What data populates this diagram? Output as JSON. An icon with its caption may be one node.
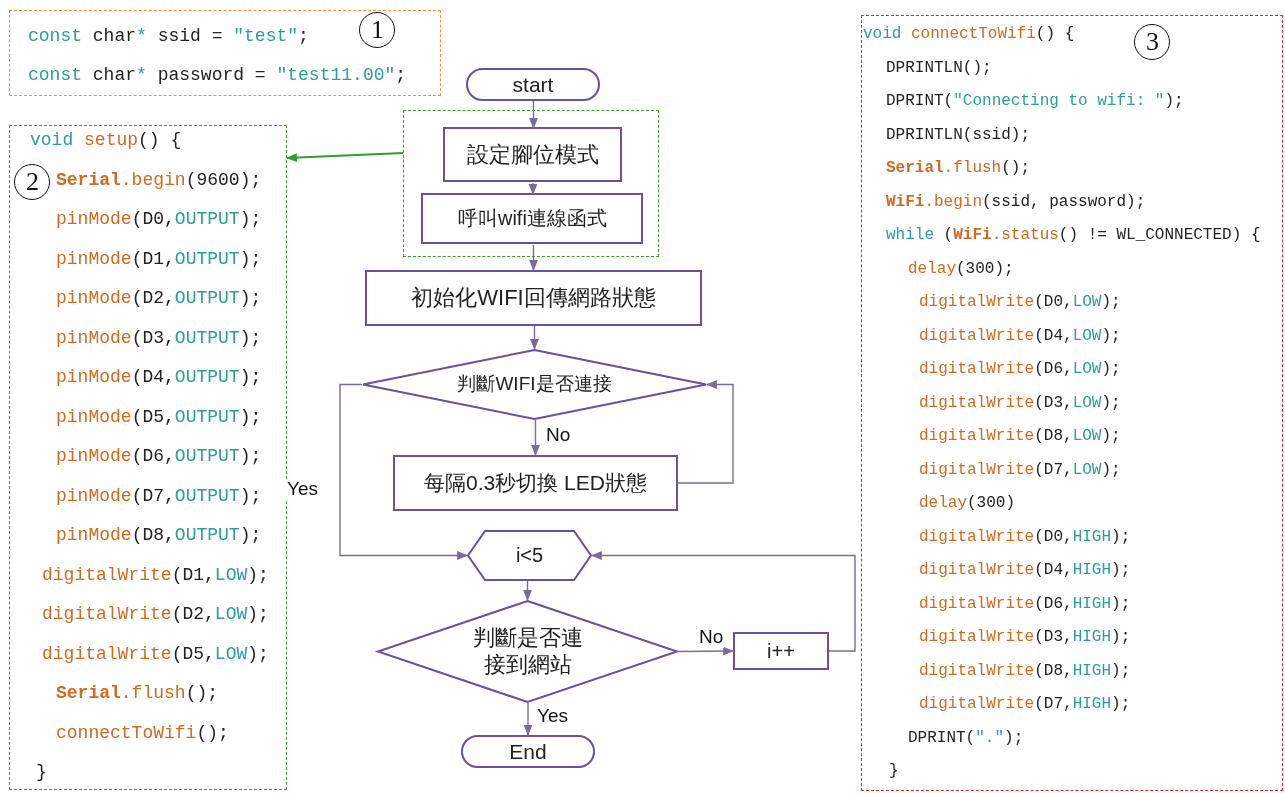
{
  "diagram": {
    "nodes": [
      {
        "text": [
          "const char* ssid = \"test\";",
          "const char* password = \"test11.00\";"
        ]
      },
      {
        "text": [
          "1"
        ],
        "in": 0
      },
      {
        "text": [
          "void setup() {",
          "**Serial**.begin(9600);",
          "pinMode(D0,OUTPUT);",
          "pinMode(D1,OUTPUT);",
          "pinMode(D2,OUTPUT);",
          "pinMode(D3,OUTPUT);",
          "pinMode(D4,OUTPUT);",
          "pinMode(D5,OUTPUT);",
          "pinMode(D6,OUTPUT);",
          "pinMode(D7,OUTPUT);",
          "pinMode(D8,OUTPUT);",
          "digitalWrite(D1,LOW);",
          "digitalWrite(D2,LOW);",
          "digitalWrite(D5,LOW);",
          "**Serial**.flush();",
          "connectToWifi();",
          "}"
        ]
      },
      {
        "text": [
          "2"
        ],
        "in": 2
      },
      {
        "text": [
          "void connectToWifi() {",
          "DPRINTLN();",
          "DPRINT(\"Connecting to wifi: \");",
          "DPRINTLN(ssid);",
          "**Serial**.flush();",
          "**WiFi**.begin(ssid, password);",
          "while (**WiFi**.status() != WL_CONNECTED) {",
          "delay(300);",
          "digitalWrite(D0,LOW);",
          "digitalWrite(D4,LOW);",
          "digitalWrite(D6,LOW);",
          "digitalWrite(D3,LOW);",
          "digitalWrite(D8,LOW);",
          "digitalWrite(D7,LOW);",
          "delay(300)",
          "digitalWrite(D0,HIGH);",
          "digitalWrite(D4,HIGH);",
          "digitalWrite(D6,HIGH);",
          "digitalWrite(D3,HIGH);",
          "digitalWrite(D8,HIGH);",
          "digitalWrite(D7,HIGH);",
          "DPRINT(\".\");",
          "}"
        ]
      },
      {
        "text": [
          "3"
        ],
        "in": 4
      },
      {
        "text": [
          "start"
        ]
      },
      {
        "text": [],
        "shape": "box"
      },
      {
        "text": [
          "設定腳位模式"
        ],
        "in": 7
      },
      {
        "text": [
          "呼叫wifi連線函式"
        ],
        "in": 7
      },
      {
        "text": [
          "初始化WIFI回傳網路狀態"
        ]
      },
      {
        "text": [
          "判斷WIFI是否連接"
        ]
      },
      {
        "text": [
          "每隔0.3秒切換 LED狀態"
        ]
      },
      {
        "text": [
          "i<5"
        ]
      },
      {
        "text": [
          "判斷是否連接到網站"
        ]
      },
      {
        "text": [
          "i++"
        ]
      },
      {
        "text": [
          "End"
        ]
      }
    ],
    "edges": [
      {
        "from": 6,
        "to": 8,
        "arrow": "to"
      },
      {
        "from": 8,
        "to": 9,
        "arrow": "to"
      },
      {
        "from": 9,
        "to": 10,
        "arrow": "to"
      },
      {
        "from": 10,
        "to": 11,
        "arrow": "to"
      },
      {
        "from": 11,
        "to": 12,
        "arrow": "to",
        "label": "No"
      },
      {
        "from": 12,
        "to": 11,
        "arrow": "to"
      },
      {
        "from": 11,
        "to": 13,
        "arrow": "to",
        "label": "Yes"
      },
      {
        "from": 13,
        "to": 14,
        "arrow": "to"
      },
      {
        "from": 14,
        "to": 15,
        "arrow": "to",
        "label": "No"
      },
      {
        "from": 15,
        "to": 13,
        "arrow": "to"
      },
      {
        "from": 14,
        "to": 16,
        "arrow": "to",
        "label": "Yes"
      },
      {
        "from": 7,
        "to": 2,
        "arrow": "to",
        "color": "#2ca02c"
      }
    ]
  }
}
